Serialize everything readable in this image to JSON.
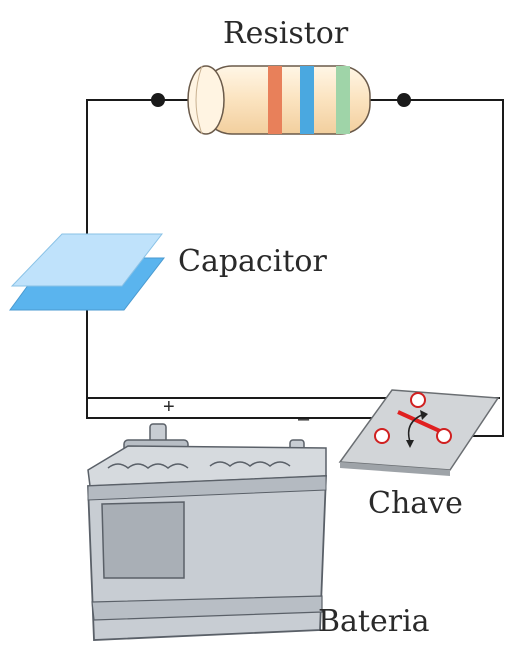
{
  "labels": {
    "resistor": "Resistor",
    "capacitor": "Capacitor",
    "switch": "Chave",
    "battery": "Bateria",
    "plus": "+",
    "minus": "–"
  },
  "colors": {
    "wire": "#1a1a1a",
    "resistor_body": "#fbe3bf",
    "resistor_band_1": "#e8805a",
    "resistor_band_2": "#4aa8e0",
    "resistor_band_3": "#9fd4a8",
    "capacitor_plate": "#bfe2fb",
    "capacitor_plate_lower": "#5ab4ee",
    "battery_body": "#c8cdd3",
    "switch_plate": "#d2d5d8",
    "switch_lever": "#e02020"
  }
}
